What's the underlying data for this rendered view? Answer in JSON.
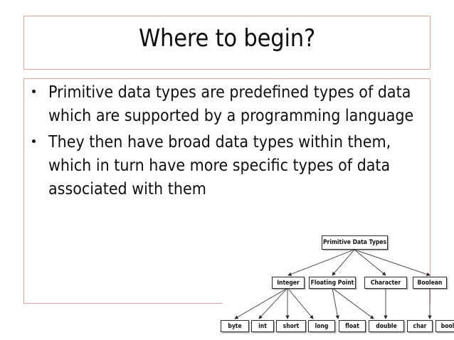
{
  "slide": {
    "title": "Where to begin?",
    "accent_border_color": "#e9a3a3",
    "text_color": "#101010",
    "background_color": "#ffffff",
    "bullets": [
      "Primitive data types are predefined types of data which are supported by a programming language",
      "They then have broad data types within them, which in turn have more specific types of data associated with them"
    ]
  },
  "diagram": {
    "root": {
      "label": "Primitive Data Types"
    },
    "level2": [
      {
        "label": "Integer"
      },
      {
        "label": "Floating Point"
      },
      {
        "label": "Character"
      },
      {
        "label": "Boolean"
      }
    ],
    "leaves": [
      {
        "label": "byte"
      },
      {
        "label": "int"
      },
      {
        "label": "short"
      },
      {
        "label": "long"
      },
      {
        "label": "float"
      },
      {
        "label": "double"
      },
      {
        "label": "char"
      },
      {
        "label": "boolean"
      }
    ]
  }
}
